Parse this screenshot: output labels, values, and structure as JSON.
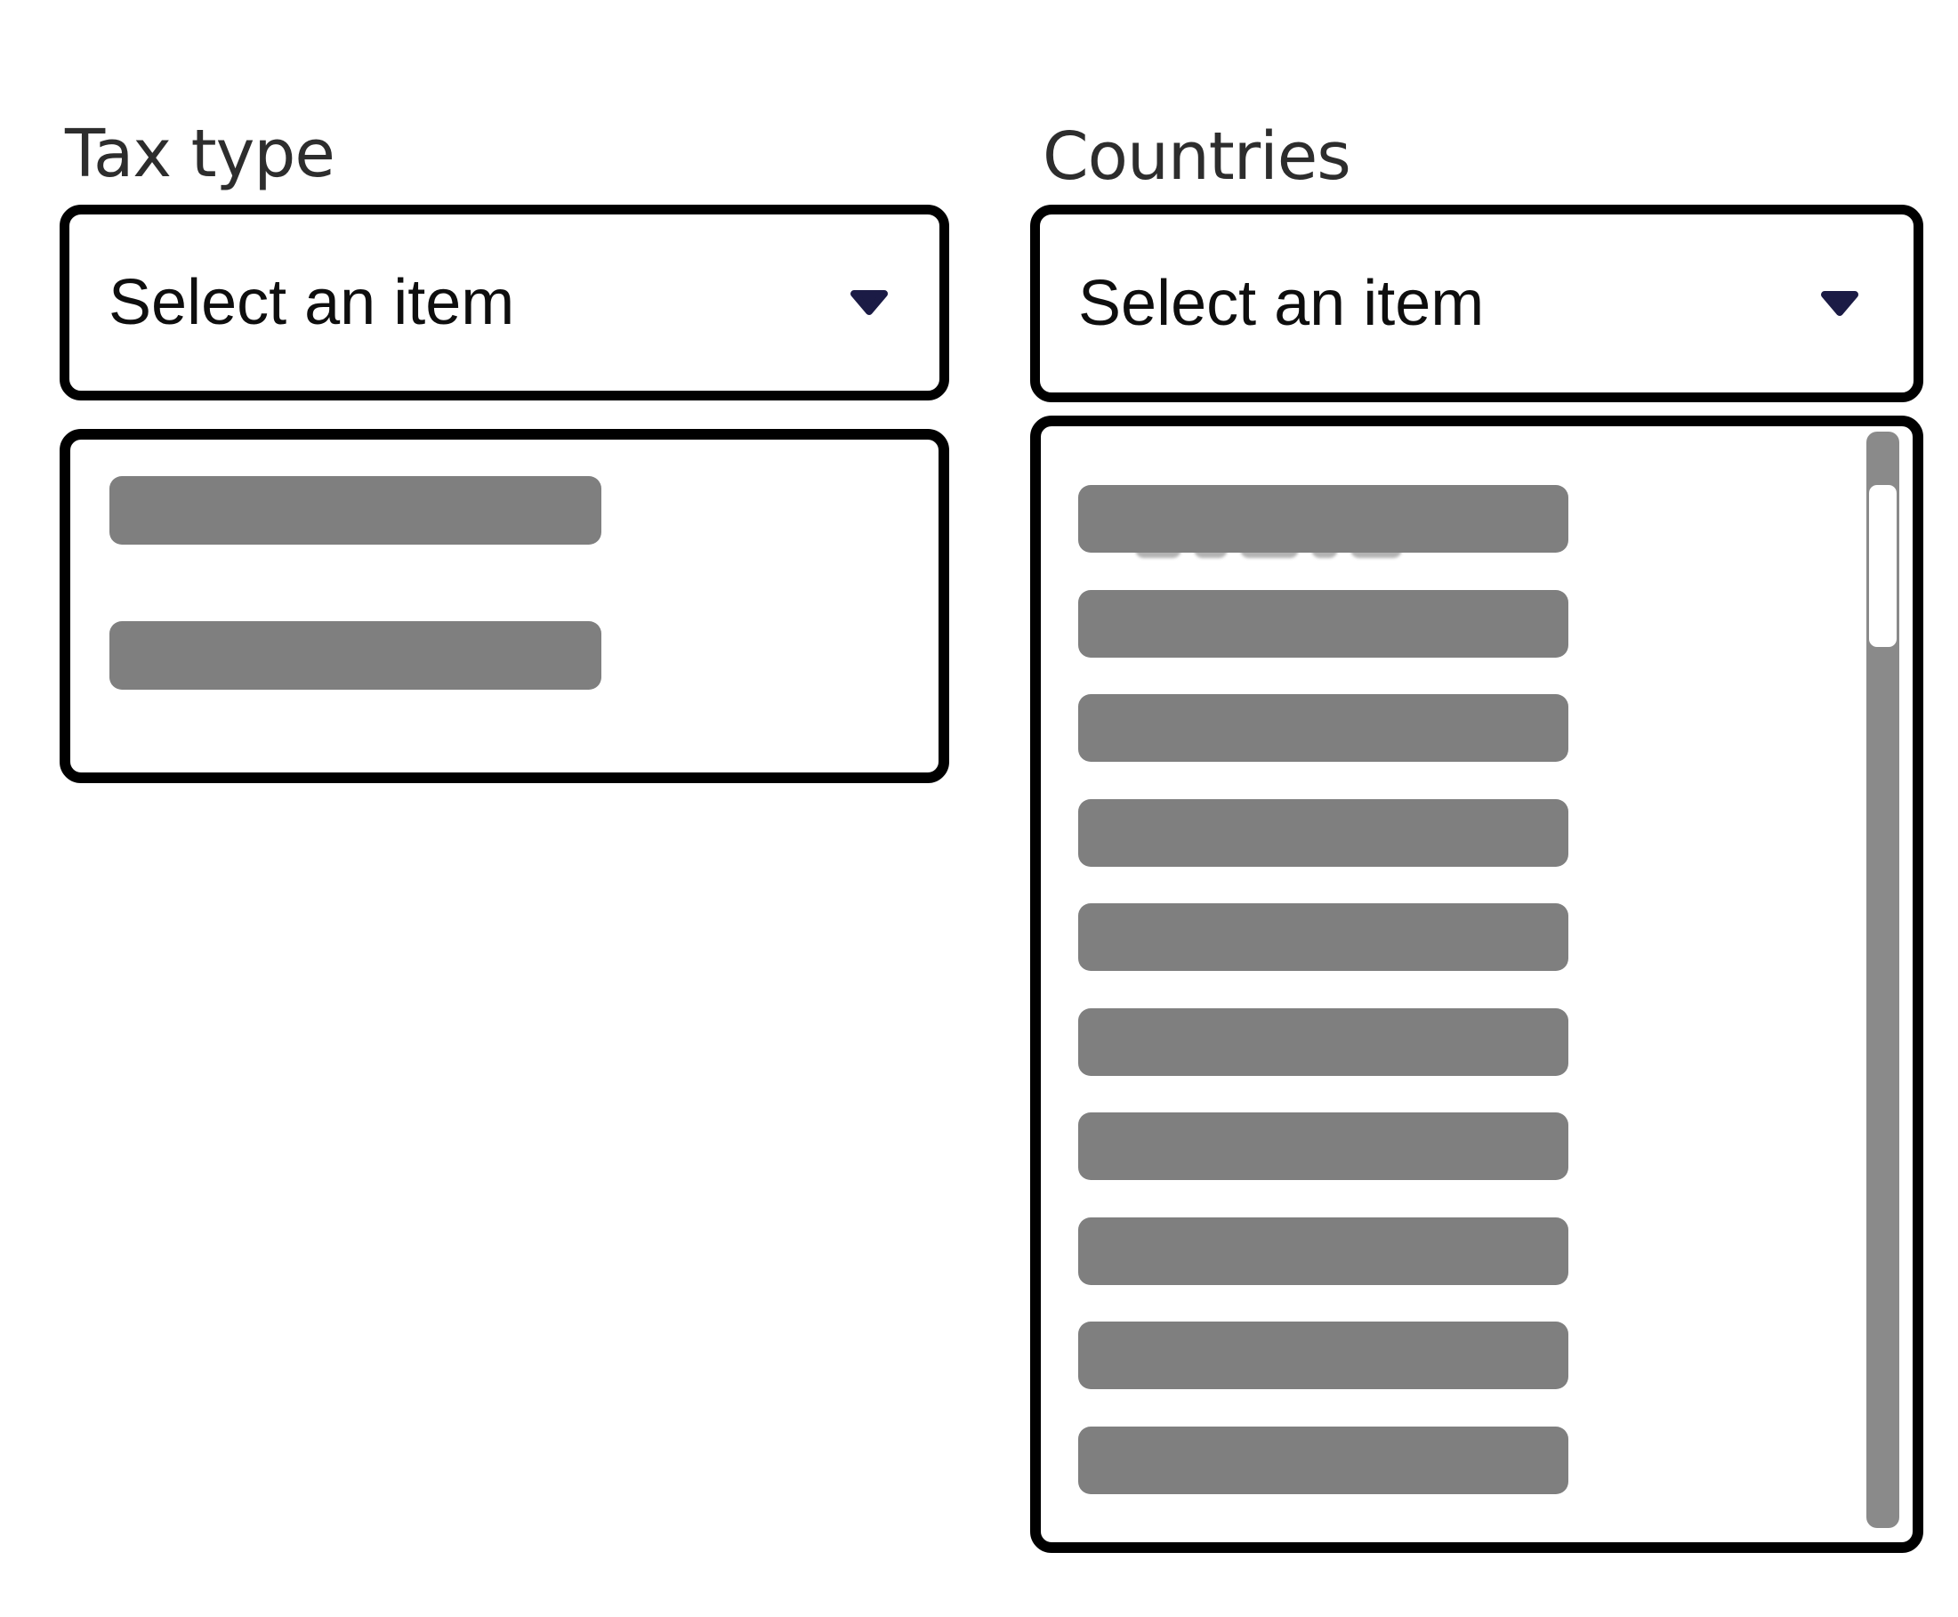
{
  "page": {
    "background": "#ffffff"
  },
  "left_panel": {
    "label": "Tax type",
    "dropdown": {
      "value": "Select an item",
      "icon": "chevron-down-icon"
    },
    "options_box": {
      "bar_count": 2
    }
  },
  "right_panel": {
    "label": "Countries",
    "dropdown": {
      "value": "Select an item",
      "icon": "chevron-down-icon"
    },
    "options_box": {
      "bar_count": 10,
      "has_scrollbar": true
    }
  },
  "colors": {
    "border": "#000000",
    "label_text": "#2d2d2d",
    "value_text": "#0e0e0e",
    "chevron": "#1b1b45",
    "placeholder_bar": "#7f7f7f",
    "scrollbar_track": "#8a8a8a",
    "scrollbar_thumb": "#ffffff"
  }
}
